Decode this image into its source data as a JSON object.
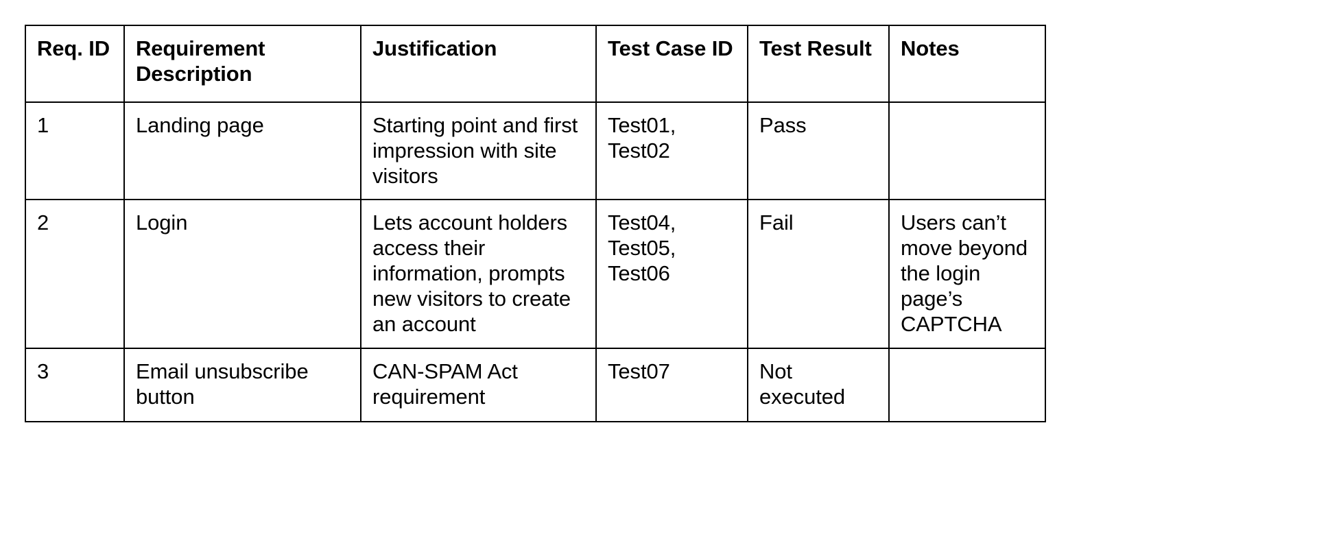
{
  "table": {
    "name": "Requirements traceability matrix",
    "columns": [
      {
        "key": "req_id",
        "label": "Req. ID"
      },
      {
        "key": "description",
        "label": "Requirement Description"
      },
      {
        "key": "justification",
        "label": "Justification"
      },
      {
        "key": "test_case_id",
        "label": "Test Case ID"
      },
      {
        "key": "test_result",
        "label": "Test Result"
      },
      {
        "key": "notes",
        "label": "Notes"
      }
    ],
    "rows": [
      {
        "req_id": "1",
        "description": "Landing page",
        "justification": "Starting point and first impression with site visitors",
        "test_case_id": "Test01, Test02",
        "test_result": "Pass",
        "notes": ""
      },
      {
        "req_id": "2",
        "description": "Login",
        "justification": "Lets account holders access their information, prompts new visitors to create an account",
        "test_case_id": "Test04, Test05, Test06",
        "test_result": "Fail",
        "notes": "Users can’t move beyond the login page’s CAPTCHA"
      },
      {
        "req_id": "3",
        "description": "Email unsubscribe button",
        "justification": "CAN-SPAM Act requirement",
        "test_case_id": "Test07",
        "test_result": "Not executed",
        "notes": ""
      }
    ]
  },
  "style": {
    "border_color": "#000000",
    "background_color": "#ffffff",
    "text_color": "#000000"
  }
}
